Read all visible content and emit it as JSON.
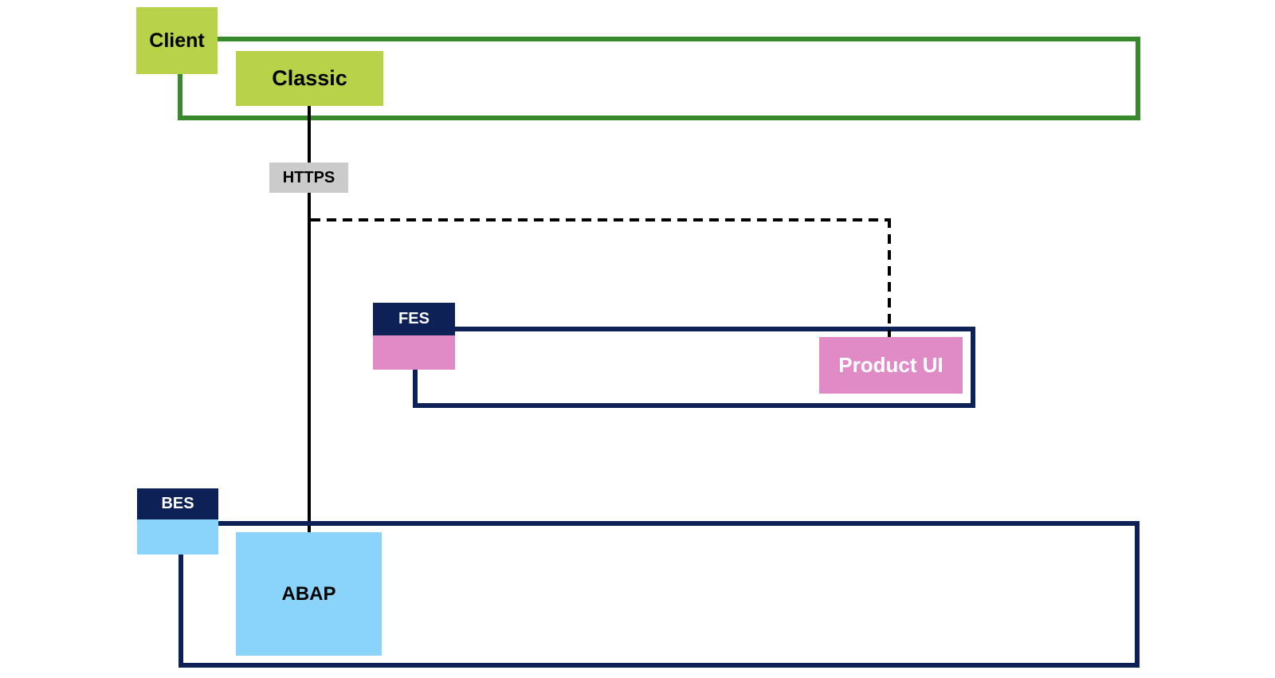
{
  "diagram": {
    "client_zone": {
      "tab_label": "Client",
      "box_label": "Classic"
    },
    "connection_label": "HTTPS",
    "fes_zone": {
      "tab_label": "FES",
      "box_label": "Product UI"
    },
    "bes_zone": {
      "tab_label": "BES",
      "box_label": "ABAP"
    }
  },
  "colors": {
    "lime": "#b8d34a",
    "green-border": "#38892c",
    "navy": "#0d2156",
    "pink": "#e08bc6",
    "light-blue": "#8ad4fb",
    "gray": "#cbcbcb",
    "line": "#000000"
  }
}
